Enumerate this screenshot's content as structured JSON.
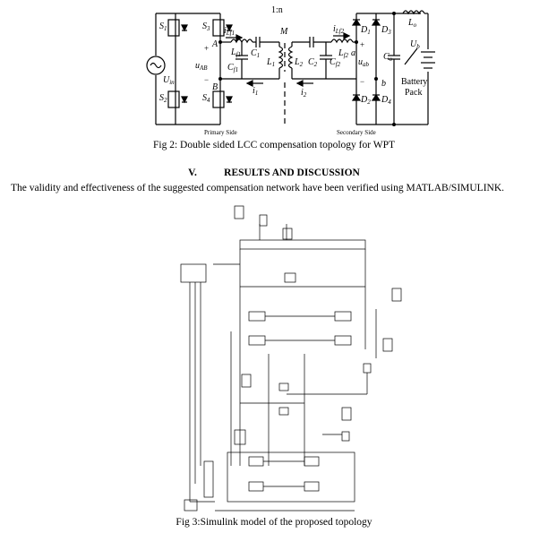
{
  "figure1": {
    "caption": "Fig 2: Double sided LCC compensation topology for WPT",
    "primary_label": "Primary Side",
    "secondary_label": "Secondary Side",
    "labels": {
      "ratio": "1:n",
      "M": "M",
      "S1": "S",
      "S1sub": "1",
      "S3": "S",
      "S3sub": "3",
      "S2": "S",
      "S2sub": "2",
      "S4": "S",
      "S4sub": "4",
      "A": "A",
      "B": "B",
      "Uin": "U",
      "Uinsub": "in",
      "uAB": "u",
      "uABsub": "AB",
      "iLf1": "i",
      "iLf1sub": "Lf1",
      "Lf1": "L",
      "Lf1sub": "f1",
      "Cf1": "C",
      "Cf1sub": "f1",
      "C1": "C",
      "C1sub": "1",
      "L1": "L",
      "L1sub": "1",
      "i1": "i",
      "i1sub": "1",
      "L2": "L",
      "L2sub": "2",
      "C2": "C",
      "C2sub": "2",
      "Cf2": "C",
      "Cf2sub": "f2",
      "iLf2": "i",
      "iLf2sub": "Lf2",
      "Lf2": "L",
      "Lf2sub": "f2",
      "i2": "i",
      "i2sub": "2",
      "a": "a",
      "b": "b",
      "uab": "u",
      "uabsub": "ab",
      "D1": "D",
      "D1sub": "1",
      "D3": "D",
      "D3sub": "3",
      "D2": "D",
      "D2sub": "2",
      "D4": "D",
      "D4sub": "4",
      "Co": "C",
      "Cosub": "o",
      "Lo": "L",
      "Losub": "o",
      "Ub": "U",
      "Ubsub": "b",
      "battery1": "Battery",
      "battery2": "Pack",
      "plus": "+",
      "minus": "−"
    }
  },
  "section": {
    "number": "V.",
    "title": "RESULTS AND DISCUSSION"
  },
  "paragraph": "The validity and effectiveness of the suggested compensation network have been verified using MATLAB/SIMULINK.",
  "figure2": {
    "caption": "Fig 3:Simulink model of the proposed topology"
  }
}
